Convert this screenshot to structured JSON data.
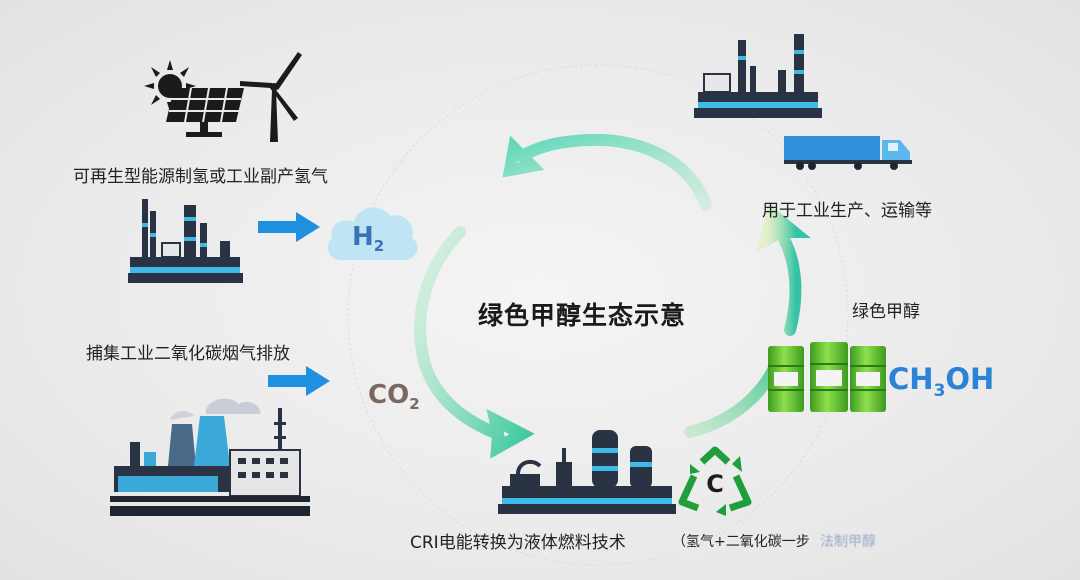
{
  "title": "绿色甲醇生态示意",
  "labels": {
    "renewable": "可再生型能源制氢或工业副产氢气",
    "capture": "捕集工业二氧化碳烟气排放",
    "usage": "用于工业生产、运输等",
    "green_methanol": "绿色甲醇",
    "cri_main": "CRI电能转换为液体燃料技术",
    "cri_paren": "（氢气+二氧化碳一步",
    "cri_tail": "法制甲醇"
  },
  "formulas": {
    "h2": {
      "base": "H",
      "sub": "2"
    },
    "co2": {
      "base": "CO",
      "sub": "2"
    },
    "ch3oh": {
      "pre": "CH",
      "sub": "3",
      "post": "OH"
    },
    "carbon": "C"
  },
  "colors": {
    "cycle_teal": "#3ec9a0",
    "cycle_green": "#7fd39a",
    "arrow_blue": "#1f8fe0",
    "steel_dark": "#2a3344",
    "pipe_cyan": "#3fb9e6",
    "recycle_green": "#1f9e3d",
    "barrel_green": "#5cc02c"
  },
  "icons": [
    "sun-icon",
    "solar-panel-icon",
    "wind-turbine-icon",
    "refinery-icon",
    "factory-icon",
    "cloud-icon",
    "truck-icon",
    "barrels-icon",
    "recycle-icon",
    "plant-icon"
  ]
}
